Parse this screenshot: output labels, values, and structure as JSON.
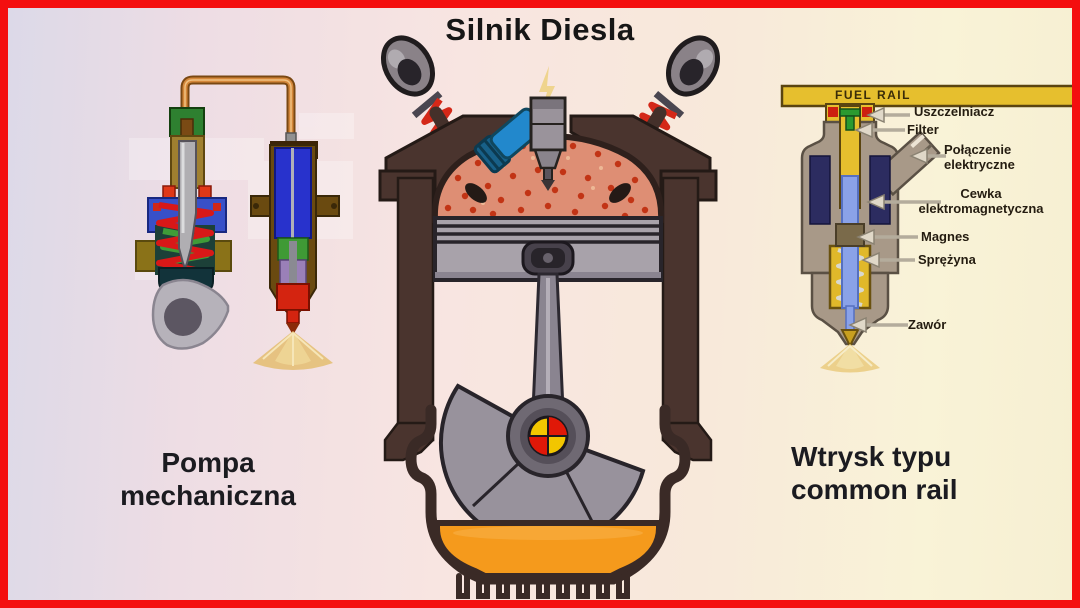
{
  "frame": {
    "border_color": "#f40f0f"
  },
  "title": "Silnik Diesla",
  "left_section": {
    "caption_line1": "Pompa",
    "caption_line2": "mechaniczna"
  },
  "right_section": {
    "caption_line1": "Wtrysk typu",
    "caption_line2": "common rail",
    "fuel_rail_label": "FUEL RAIL",
    "part_labels": {
      "seal": "Uszczelniacz",
      "filter": "Filter",
      "electrical_connection_line1": "Połączenie",
      "electrical_connection_line2": "elektryczne",
      "coil_line1": "Cewka",
      "coil_line2": "elektromagnetyczna",
      "magnet": "Magnes",
      "spring": "Sprężyna",
      "valve": "Zawór"
    }
  },
  "colors": {
    "background_left": "#dcd9e8",
    "background_center": "#f8e5e1",
    "background_right": "#f9f3d7",
    "frame_red": "#f40f0f",
    "fuel_yellow": "#e6bf2e",
    "oil_orange": "#f59a1c",
    "spring_red": "#d42818",
    "engine_brown": "#4a342e",
    "coil_navy": "#2c2c60",
    "combustion_salmon": "#de8e74"
  }
}
